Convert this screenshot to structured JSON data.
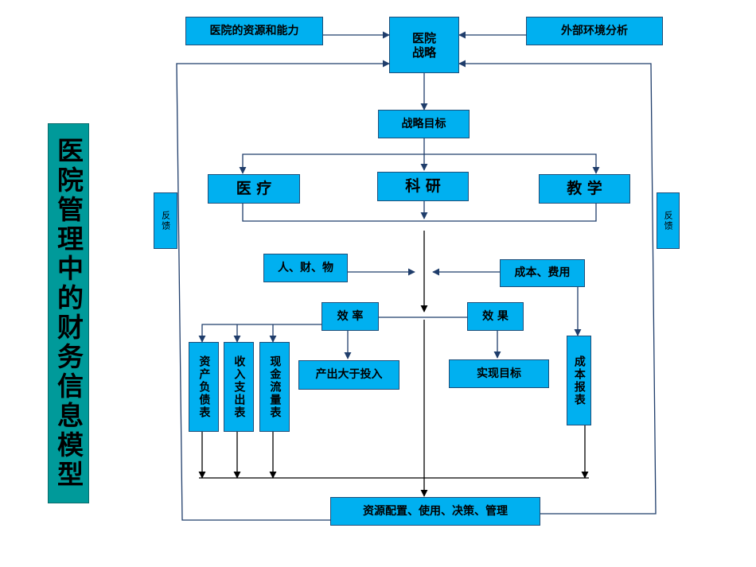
{
  "colors": {
    "box_fill": "#00b0f0",
    "title_fill": "#009a9a",
    "line": "#1f3d6b"
  },
  "title": "医院管理中的财务信息模型",
  "nodes": {
    "strategy": "医院战略",
    "resources": "医院的资源和能力",
    "environment": "外部环境分析",
    "goal": "战略目标",
    "medical": "医 疗",
    "research": "科 研",
    "teaching": "教 学",
    "inputs": "人、财、物",
    "cost_fee": "成本、费用",
    "efficiency": "效 率",
    "effect": "效 果",
    "output_gt_input": "产出大于投入",
    "achieve_goal": "实现目标",
    "balance_sheet": "资产负债表",
    "income_statement": "收入支出表",
    "cash_flow": "现金流量表",
    "cost_report": "成本报表",
    "allocation": "资源配置、使用、决策、管理",
    "feedback_left": "反馈",
    "feedback_right": "反馈"
  }
}
